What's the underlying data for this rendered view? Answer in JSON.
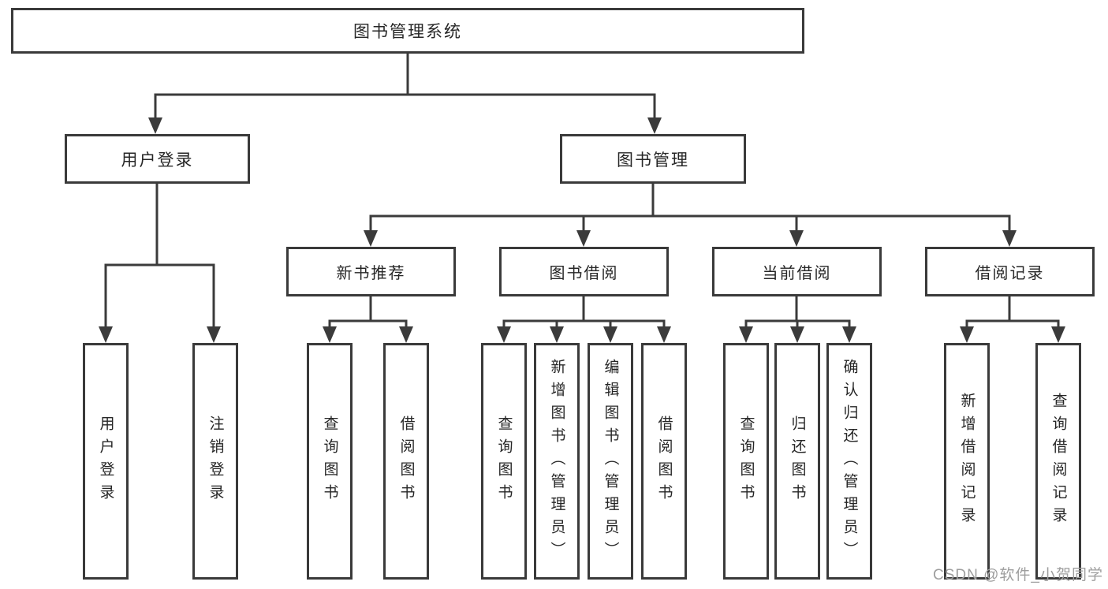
{
  "tree": {
    "root": {
      "label": "图书管理系统"
    },
    "children": [
      {
        "label": "用户登录",
        "children": [
          {
            "label": "用户登录"
          },
          {
            "label": "注销登录"
          }
        ]
      },
      {
        "label": "图书管理",
        "children": [
          {
            "label": "新书推荐",
            "children": [
              {
                "label": "查询图书"
              },
              {
                "label": "借阅图书"
              }
            ]
          },
          {
            "label": "图书借阅",
            "children": [
              {
                "label": "查询图书"
              },
              {
                "label": "新增图书（管理员）"
              },
              {
                "label": "编辑图书（管理员）"
              },
              {
                "label": "借阅图书"
              }
            ]
          },
          {
            "label": "当前借阅",
            "children": [
              {
                "label": "查询图书"
              },
              {
                "label": "归还图书"
              },
              {
                "label": "确认归还（管理员）"
              }
            ]
          },
          {
            "label": "借阅记录",
            "children": [
              {
                "label": "新增借阅记录"
              },
              {
                "label": "查询借阅记录"
              }
            ]
          }
        ]
      }
    ]
  },
  "watermark": {
    "text": "CSDN @软件_小贺同学"
  },
  "colors": {
    "line": "#3b3b3b",
    "box_border": "#3a3a3a",
    "text": "#262626",
    "watermark": "#9e9e9e",
    "background": "#ffffff"
  }
}
